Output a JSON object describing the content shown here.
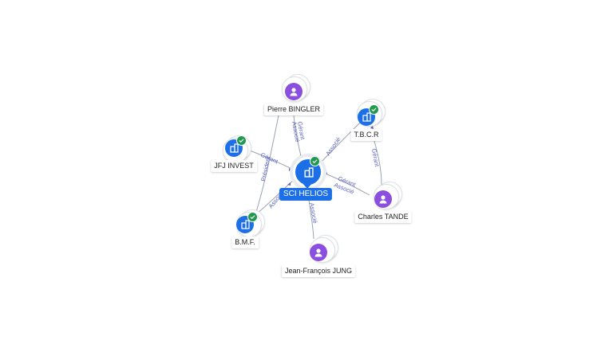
{
  "center": {
    "name": "SCI HELIOS",
    "icon": "building-icon",
    "verified": true,
    "color": "#1c6fe6"
  },
  "nodes": [
    {
      "id": "pierre",
      "name": "Pierre BINGLER",
      "type": "person",
      "icon": "person-icon"
    },
    {
      "id": "tbcr",
      "name": "T.B.C.R",
      "type": "company",
      "icon": "building-icon",
      "verified": true
    },
    {
      "id": "jfj",
      "name": "JFJ INVEST",
      "type": "company",
      "icon": "building-icon",
      "verified": true
    },
    {
      "id": "charles",
      "name": "Charles TANDE",
      "type": "person",
      "icon": "person-icon"
    },
    {
      "id": "bmf",
      "name": "B.M.F.",
      "type": "company",
      "icon": "building-icon",
      "verified": true
    },
    {
      "id": "jf",
      "name": "Jean-François JUNG",
      "type": "person",
      "icon": "person-icon"
    }
  ],
  "edges": [
    {
      "from": "pierre",
      "to": "center",
      "labels": [
        "Gérant",
        "Associé"
      ]
    },
    {
      "from": "tbcr",
      "to": "center",
      "labels": [
        "Associé"
      ]
    },
    {
      "from": "jfj",
      "to": "center",
      "labels": [
        "Gérant"
      ]
    },
    {
      "from": "pierre",
      "to": "bmf",
      "labels": [
        "Président"
      ]
    },
    {
      "from": "charles",
      "to": "tbcr",
      "labels": [
        "Gérant"
      ]
    },
    {
      "from": "charles",
      "to": "center",
      "labels": [
        "Gérant",
        "Associé"
      ]
    },
    {
      "from": "bmf",
      "to": "center",
      "labels": [
        "Associé"
      ]
    },
    {
      "from": "jf",
      "to": "center",
      "labels": [
        "Associé"
      ]
    }
  ],
  "colors": {
    "person": "#8b4fe0",
    "company": "#1c6fe6",
    "verified": "#1f9a4e",
    "edge_label": "#5b63c4"
  }
}
